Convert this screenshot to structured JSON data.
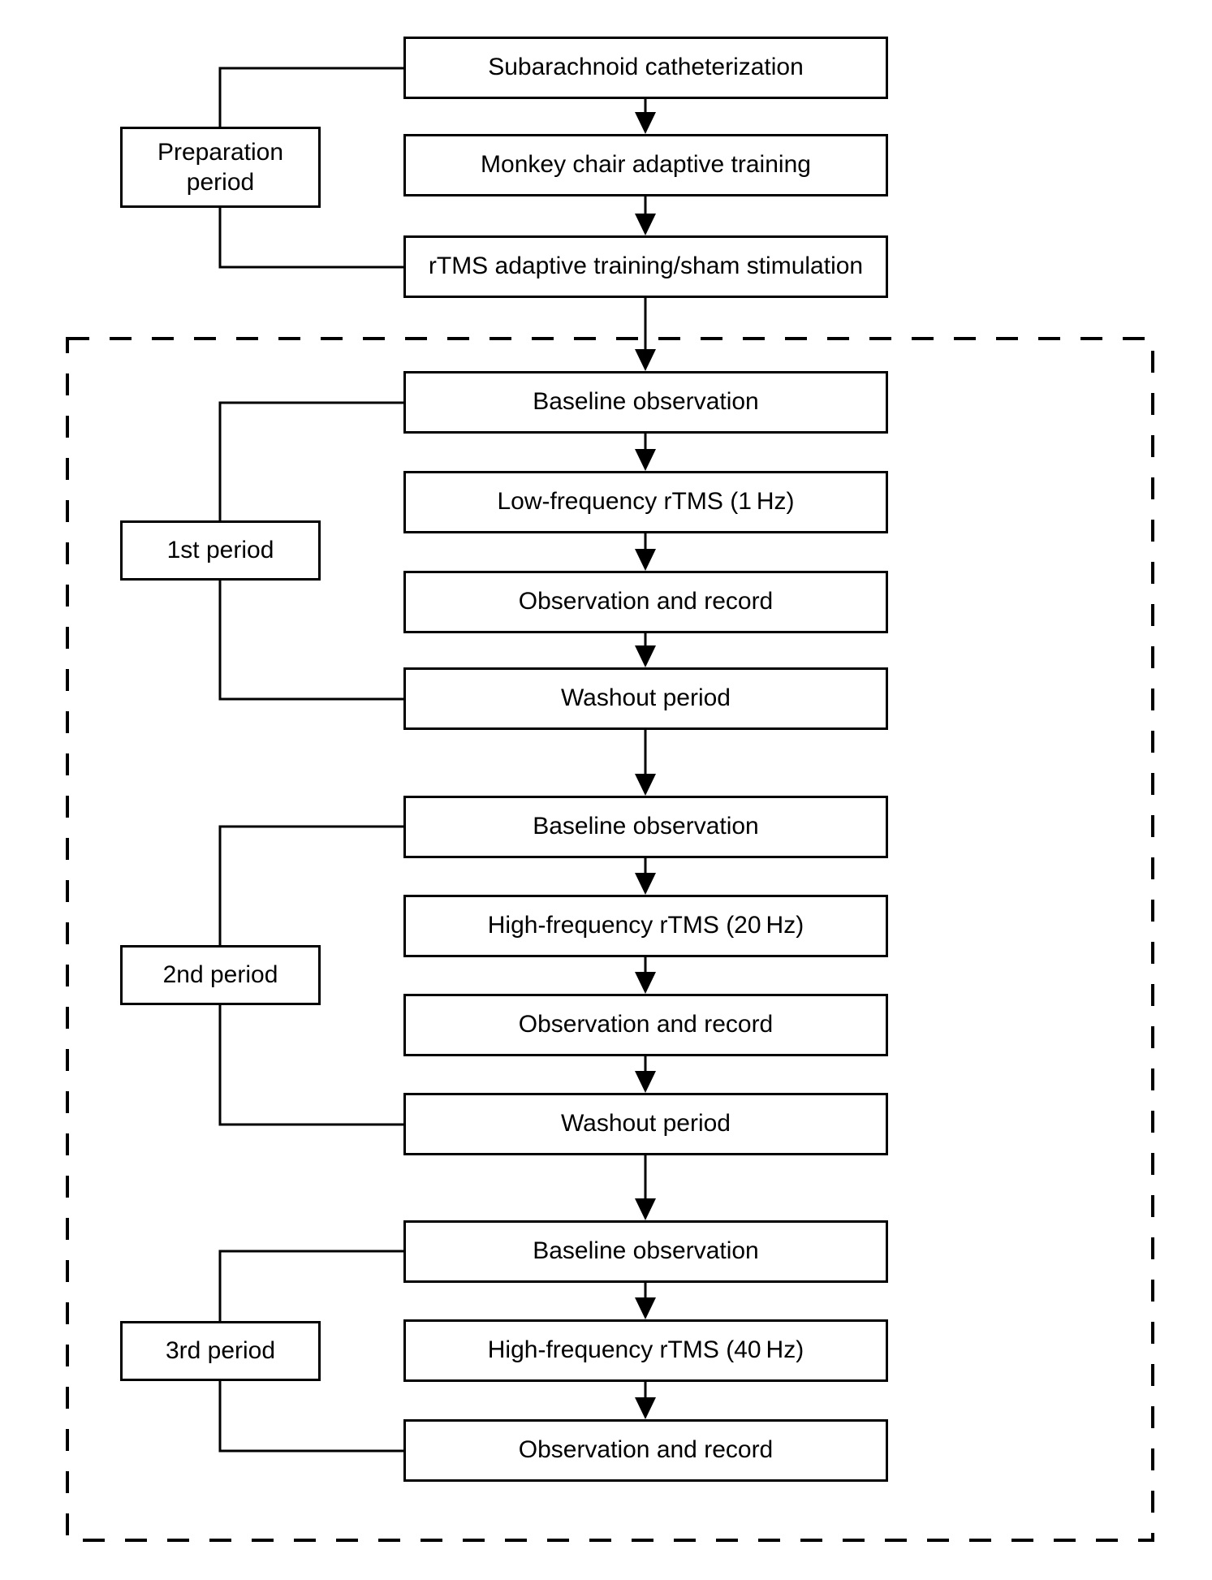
{
  "diagram": {
    "type": "flowchart",
    "colors": {
      "line": "#000000",
      "text": "#000000",
      "background": "#ffffff"
    },
    "side_labels": [
      {
        "label": "Preparation period"
      },
      {
        "label": "1st period"
      },
      {
        "label": "2nd period"
      },
      {
        "label": "3rd period"
      }
    ],
    "steps": [
      "Subarachnoid catheterization",
      "Monkey chair adaptive training",
      "rTMS adaptive training/sham stimulation",
      "Baseline observation",
      "Low-frequency rTMS (1 Hz)",
      "Observation and record",
      "Washout period",
      "Baseline observation",
      "High-frequency rTMS (20 Hz)",
      "Observation and record",
      "Washout period",
      "Baseline observation",
      "High-frequency rTMS (40 Hz)",
      "Observation and record"
    ]
  }
}
